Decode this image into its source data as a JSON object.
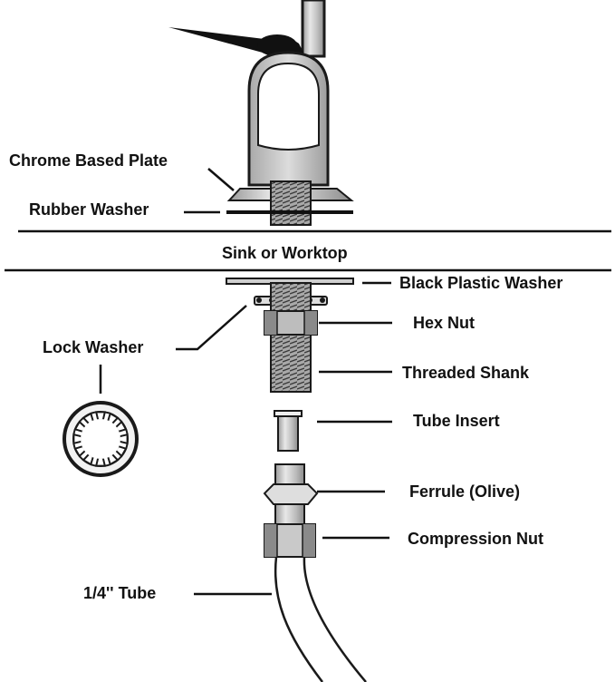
{
  "labels": {
    "chrome_based_plate": "Chrome Based Plate",
    "rubber_washer": "Rubber Washer",
    "sink_or_worktop": "Sink or Worktop",
    "black_plastic_washer": "Black Plastic Washer",
    "hex_nut": "Hex Nut",
    "lock_washer": "Lock Washer",
    "threaded_shank": "Threaded Shank",
    "tube_insert": "Tube Insert",
    "ferrule": "Ferrule (Olive)",
    "compression_nut": "Compression Nut",
    "tube": "1/4''  Tube"
  },
  "colors": {
    "outline": "#1a1a1a",
    "metal_light": "#e6e6e6",
    "metal_mid": "#bdbdbd",
    "metal_dark": "#8a8a8a",
    "handle": "#111111"
  }
}
